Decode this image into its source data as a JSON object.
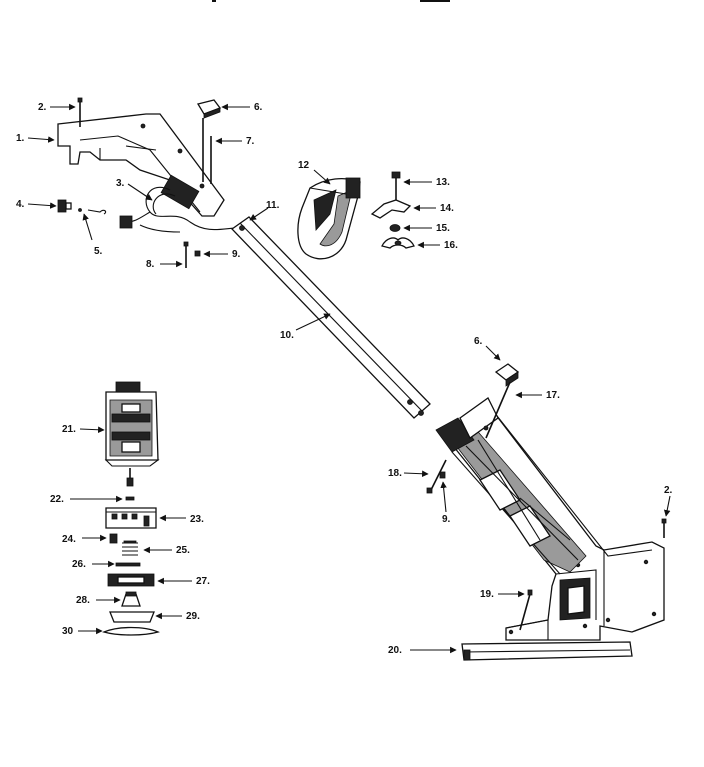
{
  "diagram": {
    "labels": {
      "1": "1.",
      "2a": "2.",
      "2b": "2.",
      "3": "3.",
      "4": "4.",
      "5": "5.",
      "6a": "6.",
      "6b": "6.",
      "7": "7.",
      "8": "8.",
      "9a": "9.",
      "9b": "9.",
      "10": "10.",
      "11": "11.",
      "12": "12",
      "13": "13.",
      "14": "14.",
      "15": "15.",
      "16": "16.",
      "17": "17.",
      "18": "18.",
      "19": "19.",
      "20": "20.",
      "21": "21.",
      "22": "22.",
      "23": "23.",
      "24": "24.",
      "25": "25.",
      "26": "26.",
      "27": "27.",
      "28": "28.",
      "29": "29.",
      "30": "30"
    }
  }
}
